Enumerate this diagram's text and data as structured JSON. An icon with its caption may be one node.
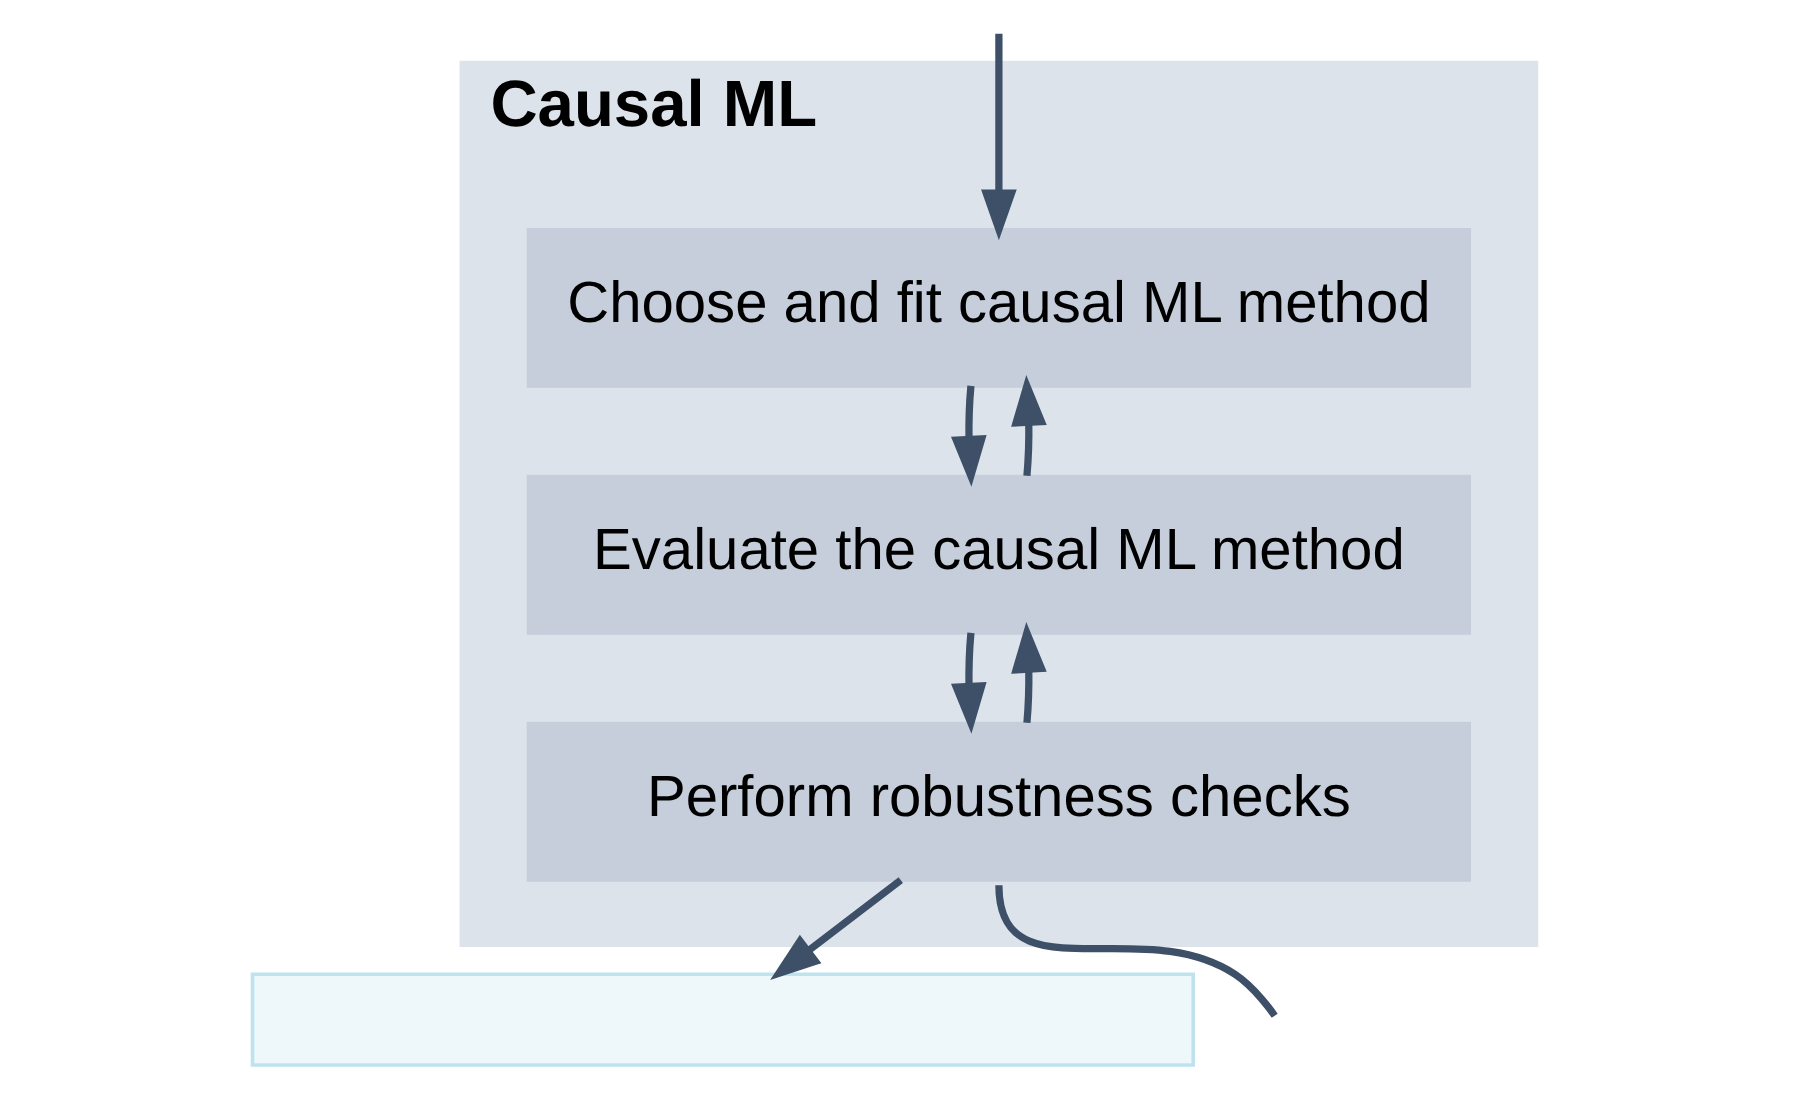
{
  "diagram": {
    "nodes": [
      {
        "text": [
          "Causal ML"
        ]
      },
      {
        "text": [
          "Choose and fit causal ML method"
        ],
        "in": 0
      },
      {
        "text": [
          "Evaluate the causal ML method"
        ],
        "in": 0
      },
      {
        "text": [
          "Perform robustness checks"
        ],
        "in": 0
      },
      {
        "text": [],
        "shape": "box"
      }
    ],
    "edges": [
      {
        "from": null,
        "to": 1,
        "arrow": "to"
      },
      {
        "from": 1,
        "to": 2,
        "arrow": "to"
      },
      {
        "from": 2,
        "to": 1,
        "arrow": "to"
      },
      {
        "from": 2,
        "to": 3,
        "arrow": "to"
      },
      {
        "from": 3,
        "to": 2,
        "arrow": "to"
      },
      {
        "from": 3,
        "to": 4,
        "arrow": "to"
      },
      {
        "from": 3,
        "to": null,
        "arrow": "none"
      }
    ]
  }
}
